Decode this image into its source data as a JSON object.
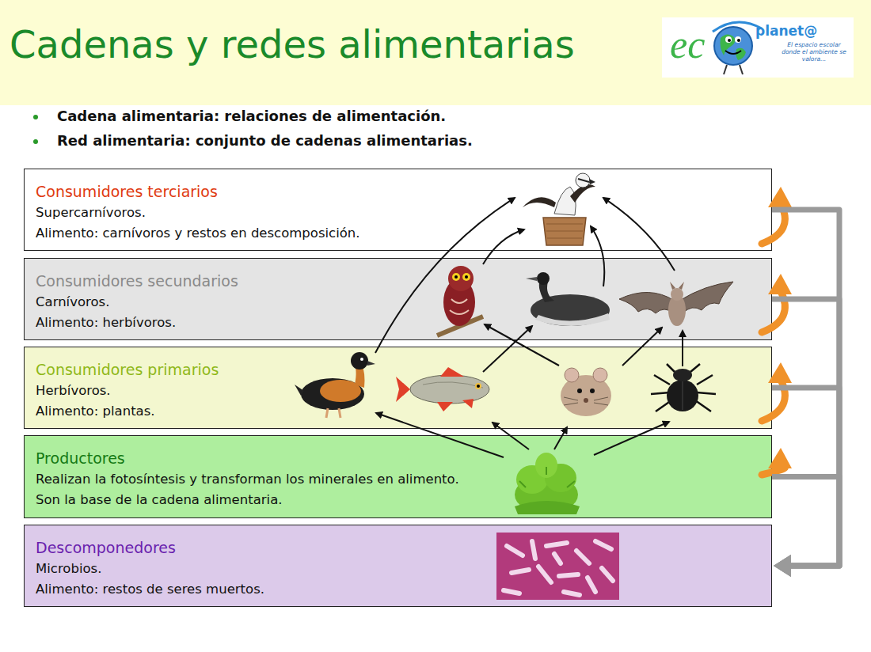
{
  "diagram": {
    "title": "Cadenas y redes alimentarias",
    "nodes": [
      {
        "text": [
          "Consumidores terciarios",
          "Supercarnívoros.",
          "Alimento: carnívoros y restos en descomposición."
        ]
      },
      {
        "text": [
          "Consumidores secundarios",
          "Carnívoros.",
          "Alimento: herbívoros."
        ]
      },
      {
        "text": [
          "Consumidores primarios",
          "Herbívoros.",
          "Alimento: plantas."
        ]
      },
      {
        "text": [
          "Productores",
          "Realizan la fotosíntesis y transforman los minerales en alimento. Son la base de la cadena alimentaria."
        ]
      },
      {
        "text": [
          "Descomponedores",
          "Microbios.",
          "Alimento: restos de seres muertos."
        ]
      }
    ],
    "edges": [
      {
        "from": 0,
        "to": 4,
        "arrow": "to"
      },
      {
        "from": 1,
        "to": 4,
        "arrow": "to"
      },
      {
        "from": 2,
        "to": 4,
        "arrow": "to"
      },
      {
        "from": 3,
        "to": 4,
        "arrow": "to"
      }
    ],
    "labels": [
      "ec",
      "planet@",
      "El espacio escolar donde el ambiente se valora...",
      "Cadena alimentaria: relaciones de alimentación.",
      "Red alimentaria: conjunto de cadenas alimentarias."
    ]
  }
}
